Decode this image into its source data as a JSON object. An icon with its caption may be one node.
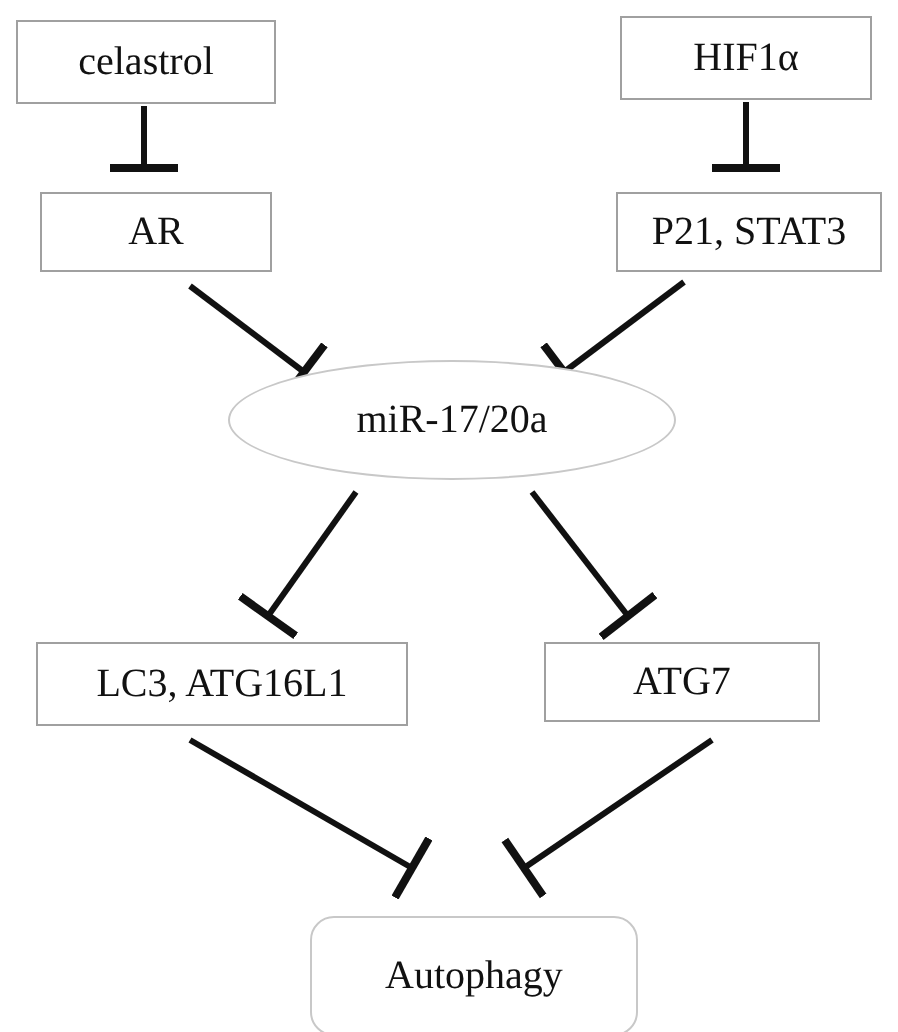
{
  "diagram": {
    "nodes": [
      {
        "text": [
          "celastrol"
        ]
      },
      {
        "text": [
          "HIF1α"
        ]
      },
      {
        "text": [
          "AR"
        ]
      },
      {
        "text": [
          "P21, STAT3"
        ]
      },
      {
        "text": [
          "miR-17/20a"
        ]
      },
      {
        "text": [
          "LC3, ATG16L1"
        ]
      },
      {
        "text": [
          "ATG7"
        ]
      },
      {
        "text": [
          "Autophagy"
        ]
      }
    ],
    "edges": [
      {
        "from": 0,
        "to": 2,
        "arrow": "other"
      },
      {
        "from": 1,
        "to": 3,
        "arrow": "other"
      },
      {
        "from": 2,
        "to": 4,
        "arrow": "other"
      },
      {
        "from": 3,
        "to": 4,
        "arrow": "other"
      },
      {
        "from": 4,
        "to": 5,
        "arrow": "other"
      },
      {
        "from": 4,
        "to": 6,
        "arrow": "other"
      },
      {
        "from": 5,
        "to": 7,
        "arrow": "other"
      },
      {
        "from": 6,
        "to": 7,
        "arrow": "other"
      }
    ]
  }
}
